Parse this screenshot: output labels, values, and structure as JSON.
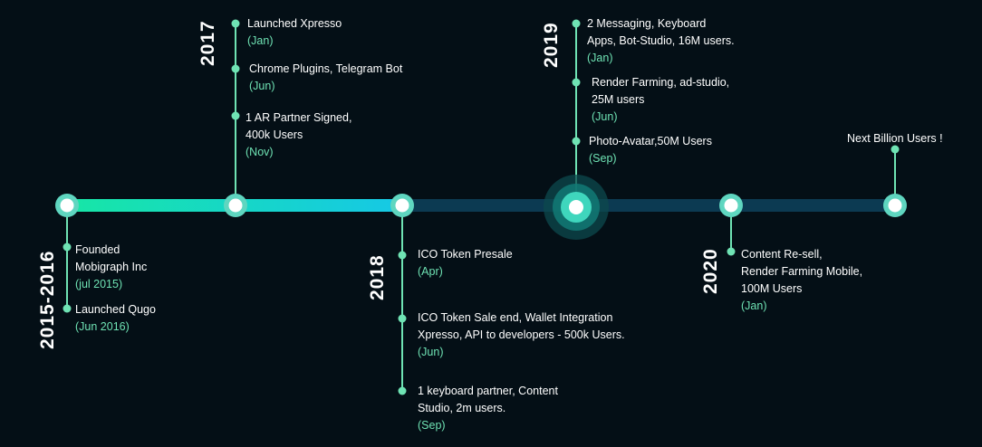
{
  "colors": {
    "background": "#040f16",
    "accent": "#6fe3b4",
    "track_past_start": "#17e6a6",
    "track_past_end": "#16c8e6",
    "track_future": "#0c3a52"
  },
  "periods": [
    {
      "year": "2015-2016",
      "events": [
        {
          "lines": [
            "Founded",
            "Mobigraph Inc"
          ],
          "date": "(jul 2015)"
        },
        {
          "lines": [
            "Launched Qugo"
          ],
          "date": "(Jun 2016)"
        }
      ]
    },
    {
      "year": "2017",
      "events": [
        {
          "lines": [
            "Launched Xpresso"
          ],
          "date": "(Jan)"
        },
        {
          "lines": [
            "Chrome Plugins, Telegram Bot"
          ],
          "date": "(Jun)"
        },
        {
          "lines": [
            "1 AR Partner Signed,",
            "400k Users"
          ],
          "date": "(Nov)"
        }
      ]
    },
    {
      "year": "2018",
      "events": [
        {
          "lines": [
            "ICO Token Presale"
          ],
          "date": "(Apr)"
        },
        {
          "lines": [
            "ICO Token Sale end, Wallet Integration",
            "Xpresso, API to developers - 500k Users."
          ],
          "date": "(Jun)"
        },
        {
          "lines": [
            "1 keyboard partner, Content",
            "Studio, 2m users."
          ],
          "date": "(Sep)"
        }
      ]
    },
    {
      "year": "2019",
      "events": [
        {
          "lines": [
            "2 Messaging, Keyboard",
            "Apps, Bot-Studio, 16M users."
          ],
          "date": "(Jan)"
        },
        {
          "lines": [
            "Render Farming, ad-studio,",
            "25M users"
          ],
          "date": "(Jun)"
        },
        {
          "lines": [
            "Photo-Avatar,50M Users"
          ],
          "date": "(Sep)"
        }
      ]
    },
    {
      "year": "2020",
      "events": [
        {
          "lines": [
            "Content Re-sell,",
            "Render Farming Mobile,",
            "100M Users"
          ],
          "date": "(Jan)"
        }
      ]
    }
  ],
  "future": {
    "label": "Next Billion Users !"
  }
}
